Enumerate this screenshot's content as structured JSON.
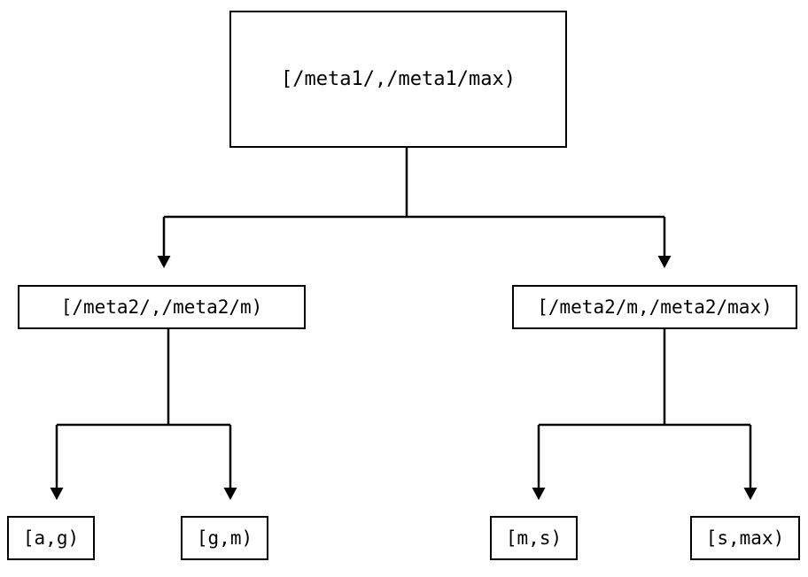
{
  "diagram": {
    "type": "tree",
    "orientation": "top-down",
    "background_color": "#ffffff",
    "stroke_color": "#000000",
    "text_color": "#000000",
    "nodes": {
      "root": {
        "label": "[/meta1/,/meta1/max)"
      },
      "mid_left": {
        "label": "[/meta2/,/meta2/m)"
      },
      "mid_right": {
        "label": "[/meta2/m,/meta2/max)"
      },
      "leaf_1": {
        "label": "[a,g)"
      },
      "leaf_2": {
        "label": "[g,m)"
      },
      "leaf_3": {
        "label": "[m,s)"
      },
      "leaf_4": {
        "label": "[s,max)"
      }
    },
    "edges": [
      {
        "from": "root",
        "to": "mid_left",
        "arrow": "down"
      },
      {
        "from": "root",
        "to": "mid_right",
        "arrow": "down"
      },
      {
        "from": "mid_left",
        "to": "leaf_1",
        "arrow": "down"
      },
      {
        "from": "mid_left",
        "to": "leaf_2",
        "arrow": "down"
      },
      {
        "from": "mid_right",
        "to": "leaf_3",
        "arrow": "down"
      },
      {
        "from": "mid_right",
        "to": "leaf_4",
        "arrow": "down"
      }
    ]
  }
}
